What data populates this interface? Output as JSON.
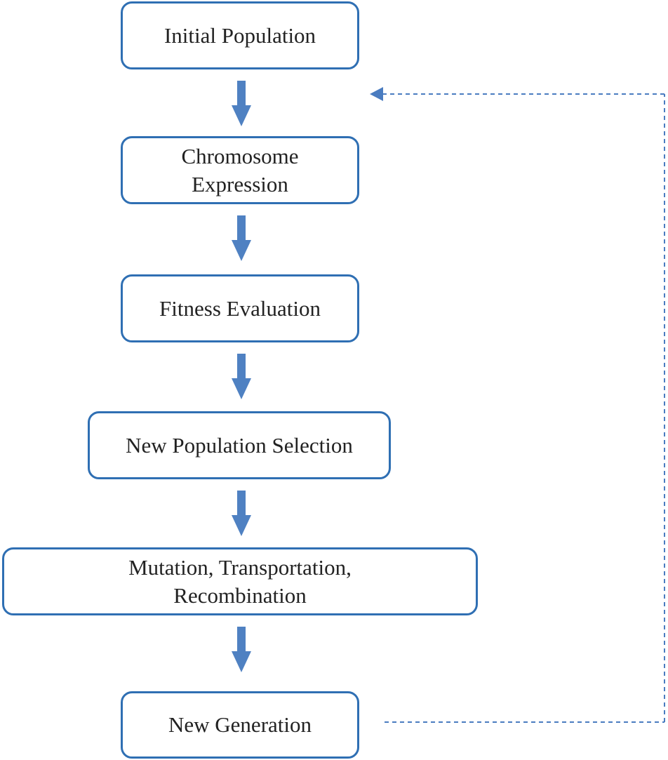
{
  "steps": {
    "initial_population": "Initial Population",
    "chromosome_expression_line1": "Chromosome",
    "chromosome_expression_line2": "Expression",
    "fitness_evaluation": "Fitness Evaluation",
    "new_population_selection": "New Population Selection",
    "mutation_line1": "Mutation, Transportation,",
    "mutation_line2": "Recombination",
    "new_generation": "New Generation"
  },
  "colors": {
    "box_border": "#2f6fb3",
    "arrow_fill": "#4f81c2",
    "feedback_line": "#4a7cc0"
  }
}
